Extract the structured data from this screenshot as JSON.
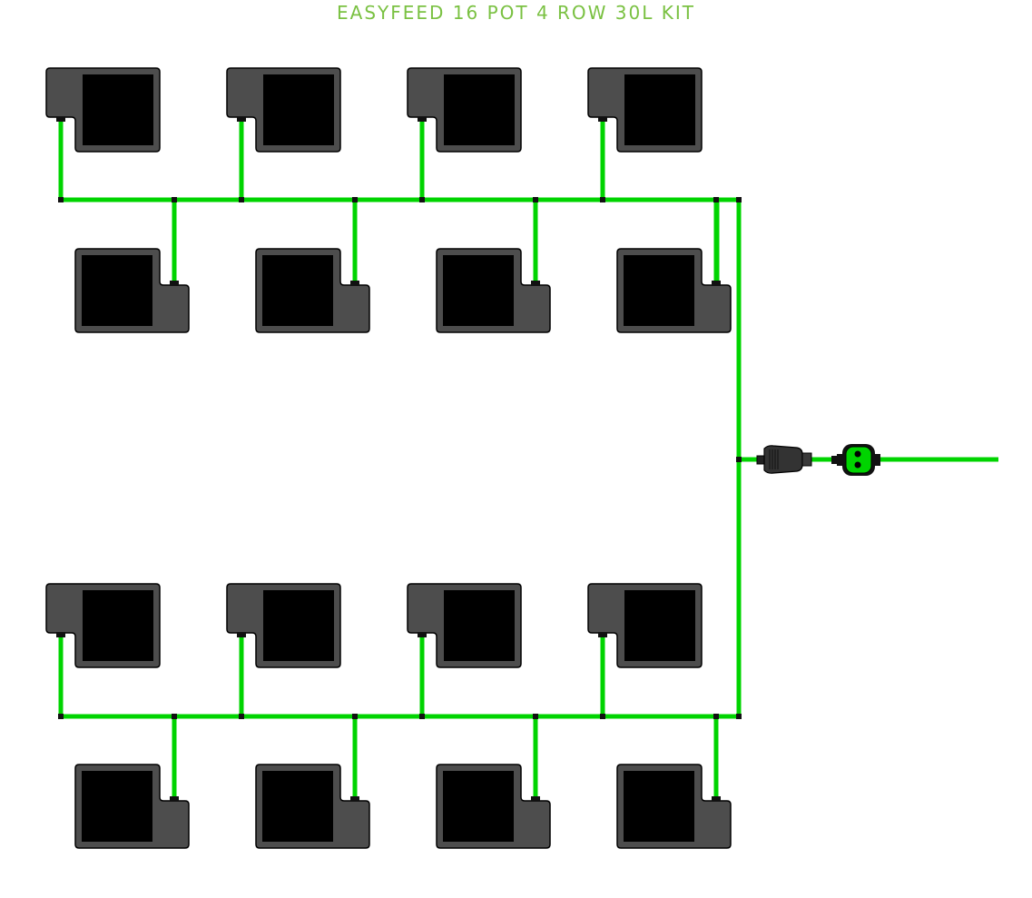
{
  "title": "EASYFEED 16 POT 4 ROW 30L KIT",
  "colors": {
    "title": "#7ac142",
    "tube": "#00d400",
    "connector": "#111111",
    "pot_body": "#4d4d4d",
    "pot_inner": "#000000",
    "outline": "#000000"
  },
  "layout": {
    "rows": 4,
    "pots_per_row": 4,
    "row_orientation": [
      "outlet-bottom-left",
      "outlet-top-right",
      "outlet-bottom-left",
      "outlet-top-right"
    ]
  },
  "components": {
    "pots": 16,
    "icons": [
      "pot-icon",
      "elbow-connector-icon",
      "tap-connector-icon",
      "flow-valve-icon"
    ]
  }
}
